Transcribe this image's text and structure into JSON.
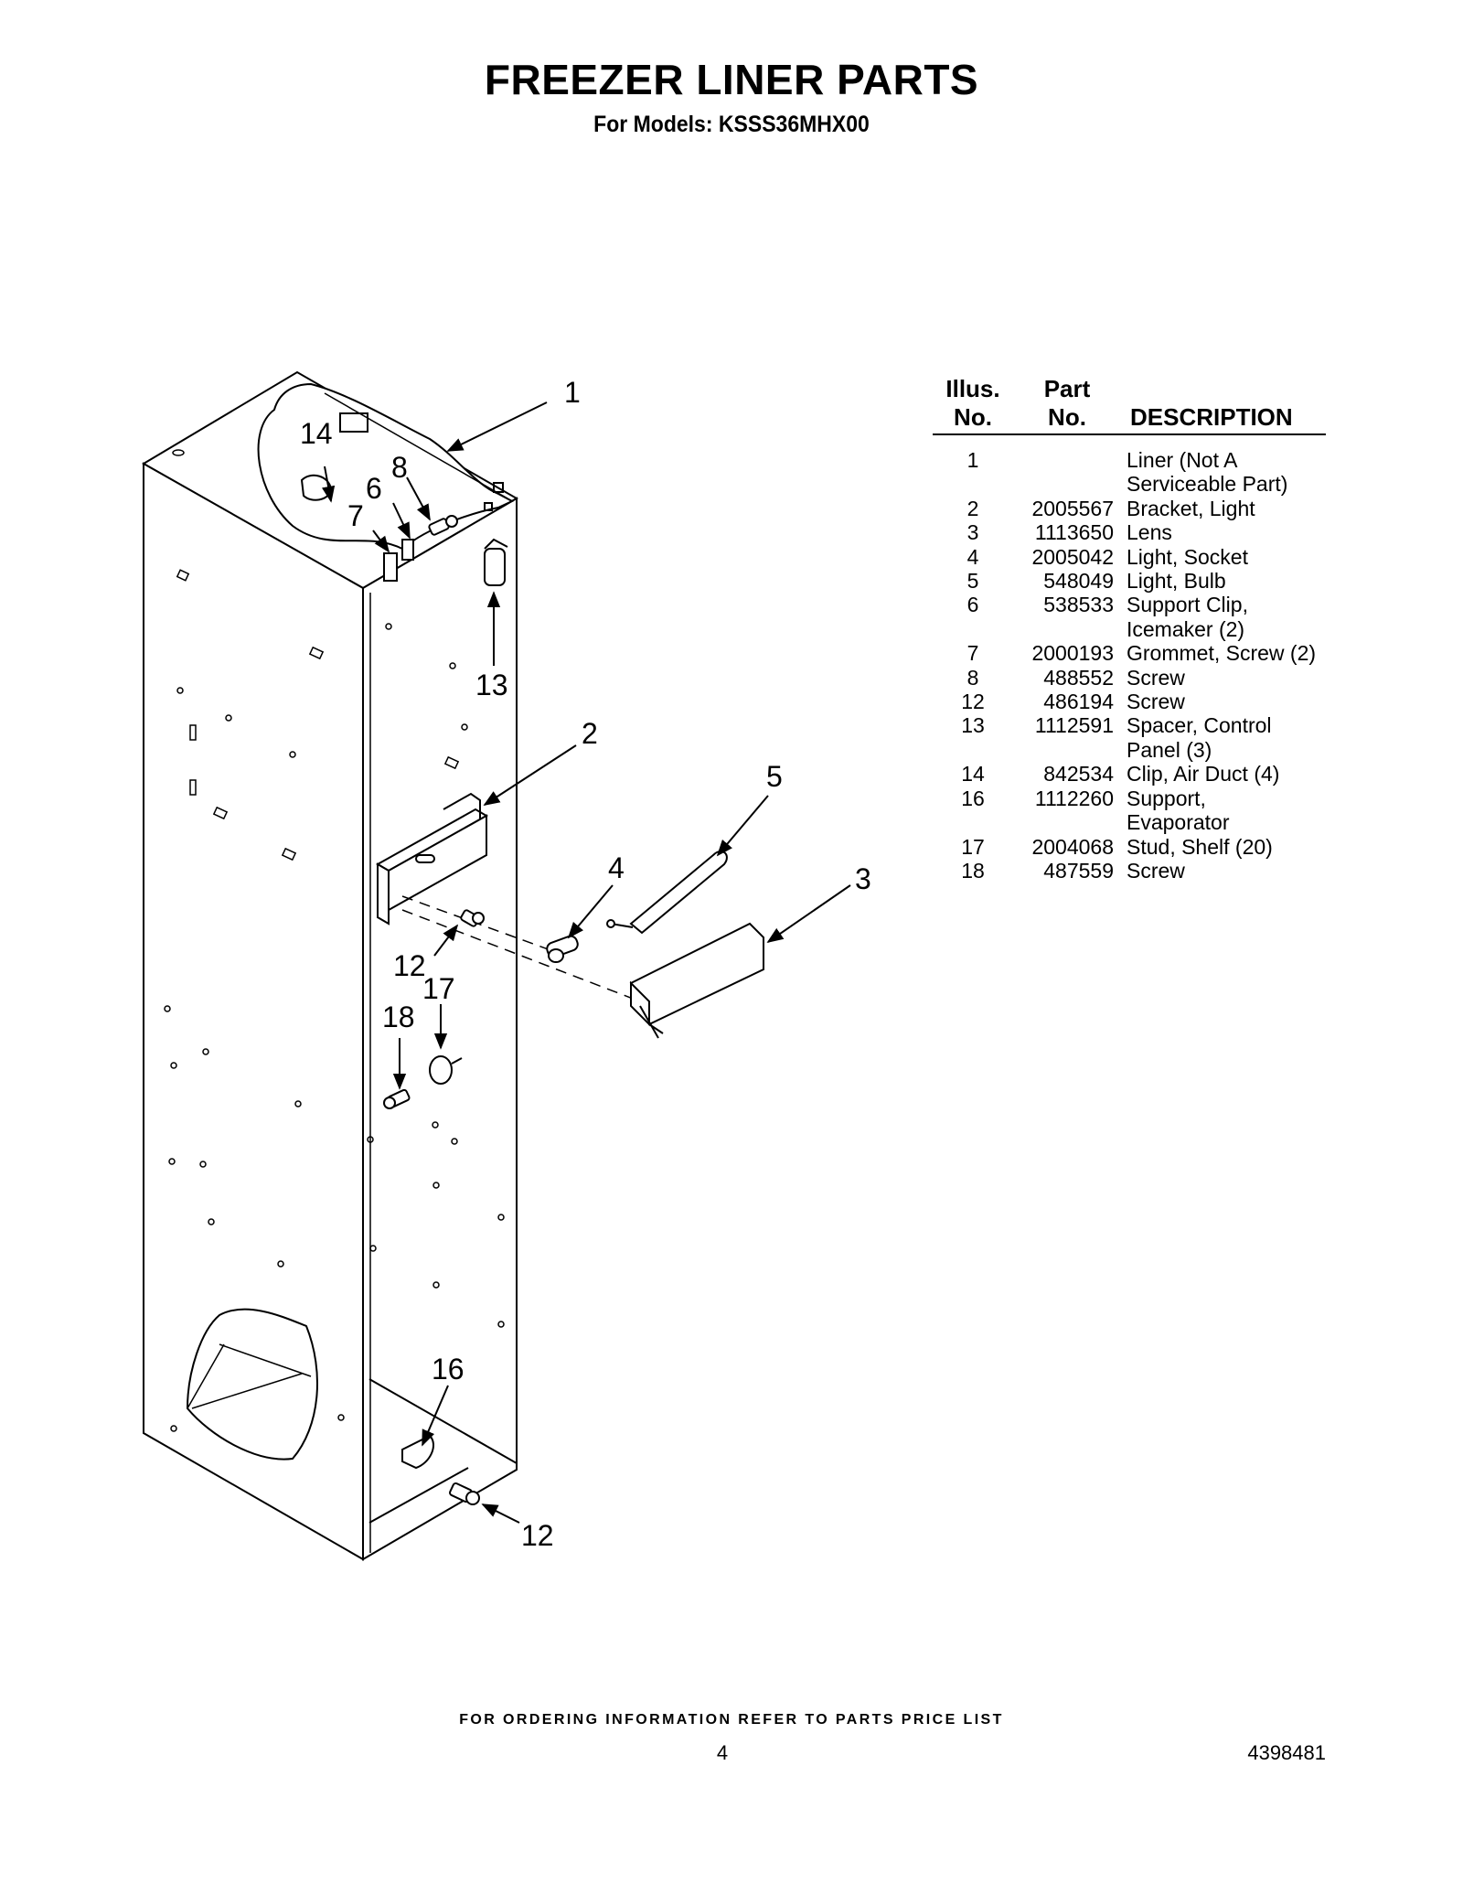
{
  "header": {
    "title": "FREEZER LINER PARTS",
    "subtitle": "For Models: KSSS36MHX00"
  },
  "table": {
    "col_illus_line1": "Illus.",
    "col_illus_line2": "No.",
    "col_part_line1": "Part",
    "col_part_line2": "No.",
    "col_desc": "DESCRIPTION",
    "rows": [
      {
        "illus": "1",
        "part": "",
        "desc": [
          "Liner (Not A",
          "Serviceable Part)"
        ]
      },
      {
        "illus": "2",
        "part": "2005567",
        "desc": [
          "Bracket, Light"
        ]
      },
      {
        "illus": "3",
        "part": "1113650",
        "desc": [
          "Lens"
        ]
      },
      {
        "illus": "4",
        "part": "2005042",
        "desc": [
          "Light, Socket"
        ]
      },
      {
        "illus": "5",
        "part": "548049",
        "desc": [
          "Light, Bulb"
        ]
      },
      {
        "illus": "6",
        "part": "538533",
        "desc": [
          "Support Clip,",
          "Icemaker (2)"
        ]
      },
      {
        "illus": "7",
        "part": "2000193",
        "desc": [
          "Grommet, Screw (2)"
        ]
      },
      {
        "illus": "8",
        "part": "488552",
        "desc": [
          "Screw"
        ]
      },
      {
        "illus": "12",
        "part": "486194",
        "desc": [
          "Screw"
        ]
      },
      {
        "illus": "13",
        "part": "1112591",
        "desc": [
          "Spacer, Control",
          "Panel (3)"
        ]
      },
      {
        "illus": "14",
        "part": "842534",
        "desc": [
          "Clip, Air Duct (4)"
        ]
      },
      {
        "illus": "16",
        "part": "1112260",
        "desc": [
          "Support,",
          "Evaporator"
        ]
      },
      {
        "illus": "17",
        "part": "2004068",
        "desc": [
          "Stud, Shelf (20)"
        ]
      },
      {
        "illus": "18",
        "part": "487559",
        "desc": [
          "Screw"
        ]
      }
    ]
  },
  "diagram": {
    "callouts": {
      "c1": "1",
      "c14": "14",
      "c8": "8",
      "c6": "6",
      "c7": "7",
      "c13": "13",
      "c2": "2",
      "c5": "5",
      "c4": "4",
      "c3": "3",
      "c12a": "12",
      "c17": "17",
      "c18": "18",
      "c16": "16",
      "c12b": "12"
    }
  },
  "footer": {
    "ordering_note": "FOR ORDERING INFORMATION REFER TO PARTS PRICE LIST",
    "page_number": "4",
    "doc_number": "4398481"
  }
}
